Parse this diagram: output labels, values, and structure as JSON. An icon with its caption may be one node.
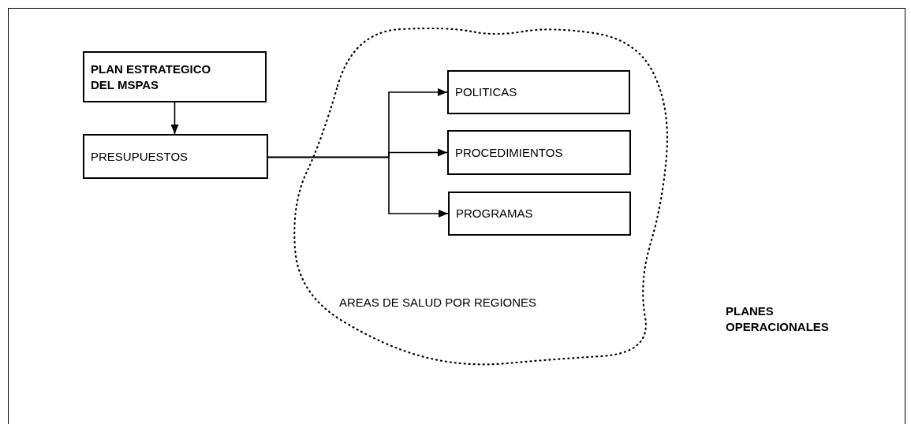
{
  "diagram": {
    "nodes": [
      {
        "text": [
          "PLAN ESTRATEGICO DEL MSPAS"
        ]
      },
      {
        "text": [
          "PRESUPUESTOS"
        ]
      },
      {
        "text": [
          "AREAS DE SALUD POR REGIONES"
        ]
      },
      {
        "text": [
          "POLITICAS"
        ],
        "in": 2
      },
      {
        "text": [
          "PROCEDIMIENTOS"
        ],
        "in": 2
      },
      {
        "text": [
          "PROGRAMAS"
        ],
        "in": 2
      }
    ],
    "edges": [
      {
        "from": 0,
        "to": 1,
        "arrow": "to"
      },
      {
        "from": 1,
        "to": 3,
        "arrow": "to"
      },
      {
        "from": 1,
        "to": 4,
        "arrow": "to"
      },
      {
        "from": 1,
        "to": 5,
        "arrow": "to"
      }
    ],
    "labels": [
      "PLANES OPERACIONALES"
    ]
  }
}
